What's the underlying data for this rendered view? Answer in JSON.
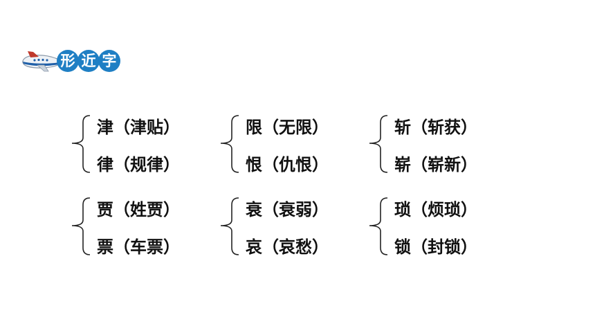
{
  "header": {
    "plane_icon": "airplane-icon",
    "badge_chars": [
      "形",
      "近",
      "字"
    ],
    "badge_color": "#1f7fc4"
  },
  "groups": [
    {
      "top": "津（津贴）",
      "bottom": "律（规律）"
    },
    {
      "top": "限（无限）",
      "bottom": "恨（仇恨）"
    },
    {
      "top": "斩（斩获）",
      "bottom": "崭（崭新）"
    },
    {
      "top": "贾（姓贾）",
      "bottom": "票（车票）"
    },
    {
      "top": "衰（衰弱）",
      "bottom": "哀（哀愁）"
    },
    {
      "top": "琐（烦琐）",
      "bottom": "锁（封锁）"
    }
  ]
}
